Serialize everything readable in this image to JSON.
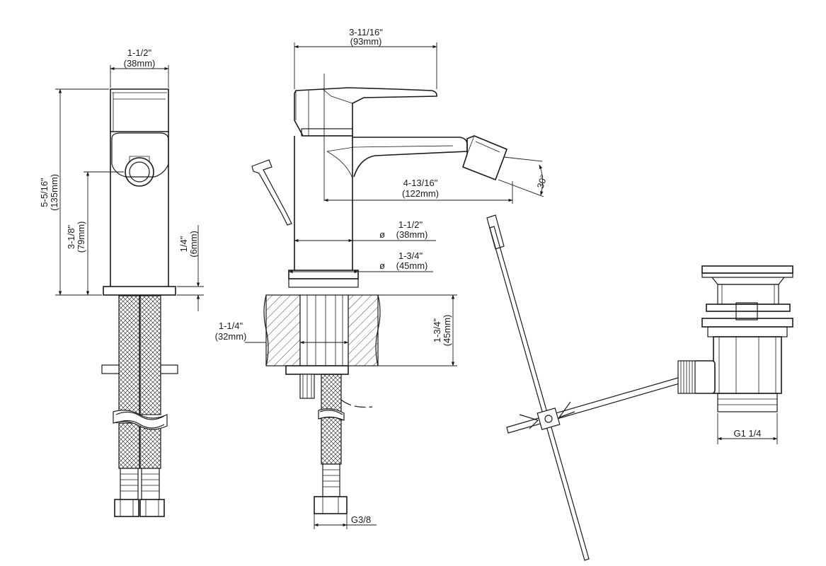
{
  "dimensions": {
    "front_width": {
      "imperial": "1-1/2\"",
      "metric": "(38mm)"
    },
    "front_height": {
      "imperial": "5-5/16\"",
      "metric": "(135mm)"
    },
    "front_outlet_height": {
      "imperial": "3-1/8\"",
      "metric": "(79mm)"
    },
    "front_base_thickness": {
      "imperial": "1/4\"",
      "metric": "(6mm)"
    },
    "side_handle_reach": {
      "imperial": "3-11/16\"",
      "metric": "(93mm)"
    },
    "side_spout_reach": {
      "imperial": "4-13/16\"",
      "metric": "(122mm)"
    },
    "spout_angle": "30°",
    "body_diameter": {
      "imperial": "1-1/2\"",
      "symbol": "ø",
      "metric": "(38mm)"
    },
    "base_diameter": {
      "imperial": "1-3/4\"",
      "symbol": "ø",
      "metric": "(45mm)"
    },
    "hole_diameter": {
      "imperial": "1-1/4\"",
      "metric": "(32mm)"
    },
    "max_deck_thickness": {
      "imperial": "1-3/4\"",
      "metric": "(45mm)"
    },
    "hose_connection": "G3/8",
    "drain_thread": "G1 1/4"
  }
}
